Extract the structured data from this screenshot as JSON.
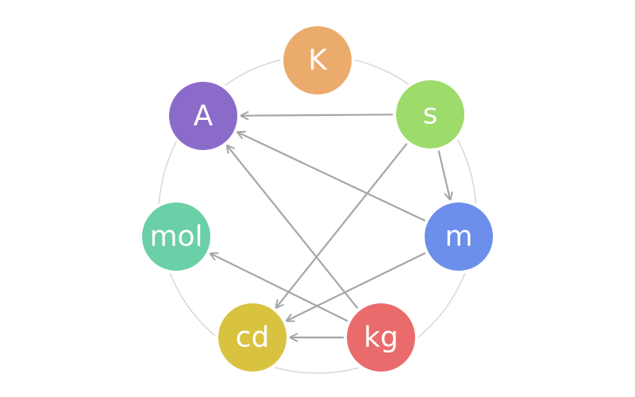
{
  "nodes": [
    {
      "id": "K",
      "label": "K",
      "color": "#ebab6c"
    },
    {
      "id": "s",
      "label": "s",
      "color": "#9ddb6b"
    },
    {
      "id": "m",
      "label": "m",
      "color": "#6b8fea"
    },
    {
      "id": "kg",
      "label": "kg",
      "color": "#ea6b6b"
    },
    {
      "id": "cd",
      "label": "cd",
      "color": "#d9c23f"
    },
    {
      "id": "mol",
      "label": "mol",
      "color": "#6bcfa8"
    },
    {
      "id": "A",
      "label": "A",
      "color": "#8b6bca"
    }
  ],
  "edges": [
    {
      "from": "s",
      "to": "A"
    },
    {
      "from": "s",
      "to": "m"
    },
    {
      "from": "s",
      "to": "cd"
    },
    {
      "from": "m",
      "to": "A"
    },
    {
      "from": "m",
      "to": "cd"
    },
    {
      "from": "kg",
      "to": "A"
    },
    {
      "from": "kg",
      "to": "mol"
    },
    {
      "from": "kg",
      "to": "cd"
    }
  ]
}
